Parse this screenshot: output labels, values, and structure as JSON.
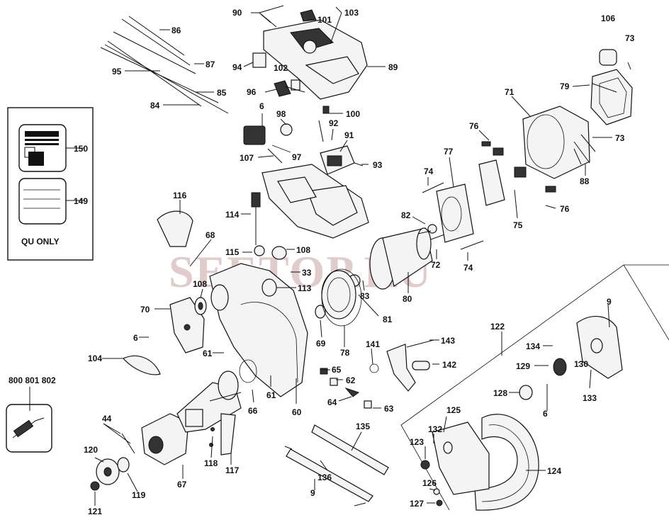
{
  "watermark": "SEETOP.RU",
  "qu_only": "QU ONLY",
  "part_numbers": {
    "p90": "90",
    "p101": "101",
    "p103": "103",
    "p106": "106",
    "p73a": "73",
    "p86": "86",
    "p87": "87",
    "p89": "89",
    "p94": "94",
    "p102": "102",
    "p95": "95",
    "p85": "85",
    "p79": "79",
    "p71": "71",
    "p96": "96",
    "p84": "84",
    "p6a": "6",
    "p100": "100",
    "p98": "98",
    "p92": "92",
    "p91": "91",
    "p76a": "76",
    "p73b": "73",
    "p150": "150",
    "p107": "107",
    "p97": "97",
    "p93": "93",
    "p77": "77",
    "p74a": "74",
    "p88": "88",
    "p116": "116",
    "p149": "149",
    "p76b": "76",
    "p114": "114",
    "p82": "82",
    "p75": "75",
    "p68": "68",
    "p115": "115",
    "p108a": "108",
    "p72": "72",
    "p74b": "74",
    "p33": "33",
    "p108b": "108",
    "p113": "113",
    "p83": "83",
    "p80": "80",
    "p70": "70",
    "p81": "81",
    "p9a": "9",
    "p69": "69",
    "p78": "78",
    "p122": "122",
    "p6b": "6",
    "p143": "143",
    "p141": "141",
    "p134": "134",
    "p61a": "61",
    "p104": "104",
    "p142": "142",
    "p130": "130",
    "p129": "129",
    "p65": "65",
    "p62": "62",
    "p800": "800 801 802",
    "p61b": "61",
    "p133": "133",
    "p128": "128",
    "p64": "64",
    "p63": "63",
    "p66": "66",
    "p60": "60",
    "p125": "125",
    "p6c": "6",
    "p44": "44",
    "p135": "135",
    "p132": "132",
    "p123": "123",
    "p118": "118",
    "p120": "120",
    "p117": "117",
    "p124": "124",
    "p67": "67",
    "p136": "136",
    "p119": "119",
    "p126": "126",
    "p9b": "9",
    "p127": "127",
    "p121": "121"
  }
}
